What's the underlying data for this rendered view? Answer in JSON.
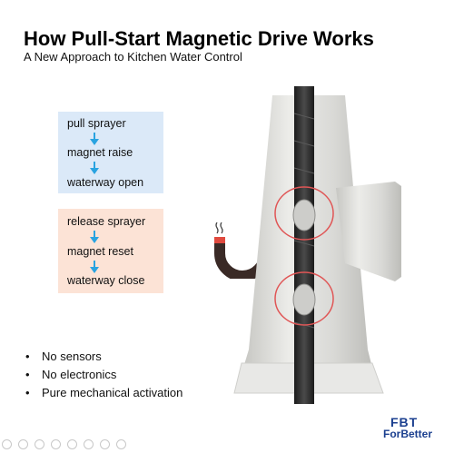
{
  "header": {
    "title": "How Pull-Start Magnetic Drive Works",
    "subtitle": "A New Approach to Kitchen Water Control"
  },
  "pull_flow": {
    "steps": [
      "pull sprayer",
      "magnet raise",
      "waterway open"
    ],
    "background": "#dbe9f8"
  },
  "release_flow": {
    "steps": [
      "release sprayer",
      "magnet reset",
      "waterway close"
    ],
    "background": "#fce3d6"
  },
  "arrow_color": "#29a3e0",
  "bullets": {
    "marker": "•",
    "items": [
      "No sensors",
      "No electronics",
      "Pure mechanical activation"
    ]
  },
  "diagram": {
    "magnet_icon": "horseshoe-magnet-icon",
    "motion_icon": "up-down-arrow-icon",
    "highlight_color": "#e05555",
    "faucet_color": "#d7d7d4",
    "hose_color": "#2a2a2a"
  },
  "logo": {
    "top": "FBT",
    "bottom": "ForBetter",
    "color": "#1b3f8f"
  },
  "slide_controls": {
    "icons": [
      "back-icon",
      "forward-icon",
      "pen-icon",
      "pointer-icon",
      "zoom-icon",
      "grid-icon",
      "camera-icon",
      "more-icon"
    ]
  }
}
